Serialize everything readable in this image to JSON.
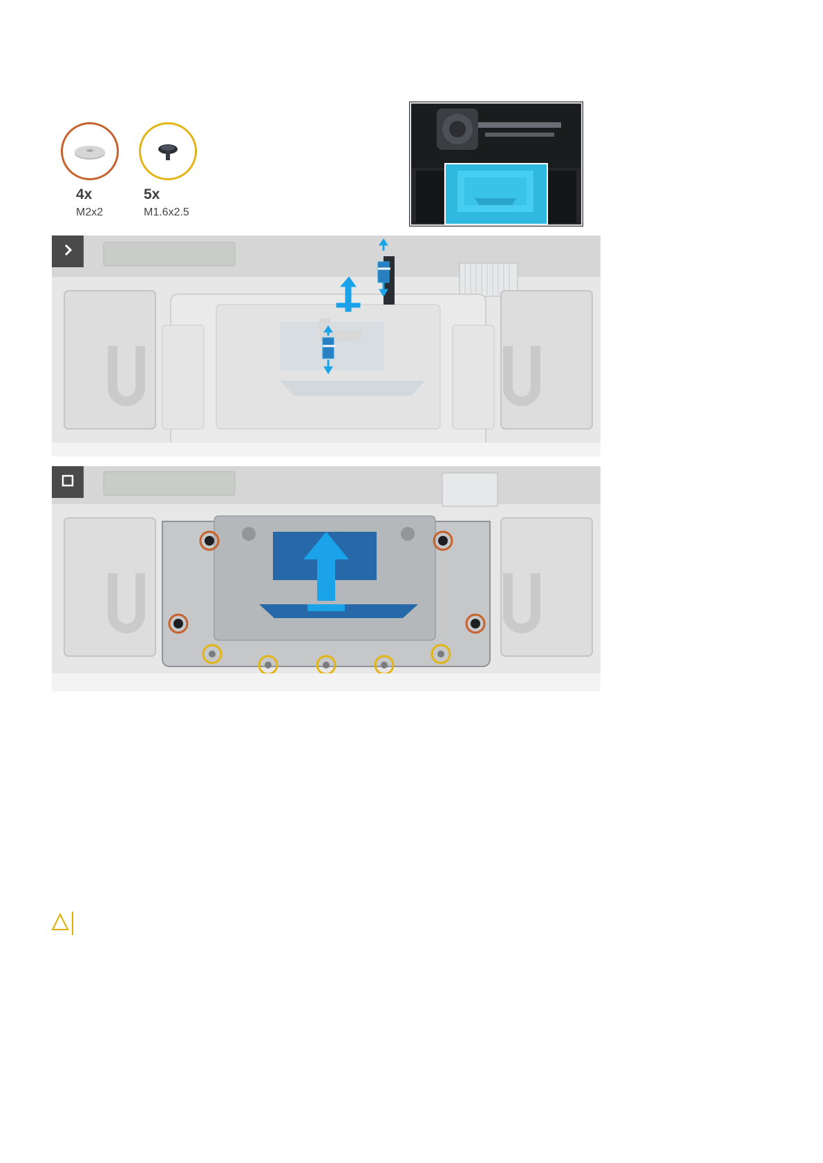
{
  "screws": [
    {
      "count": "4x",
      "size": "M2x2",
      "color": "#c8622c"
    },
    {
      "count": "5x",
      "size": "M1.6x2.5",
      "color": "#e3b514"
    }
  ],
  "steps": [
    {
      "icon": "chevron-right-icon"
    },
    {
      "icon": "stop-square-icon"
    }
  ],
  "colors": {
    "accent_blue": "#1aa3e8",
    "caution_yellow": "#e0b000",
    "highlight_cyan": "#3fd0f0"
  },
  "caution_icon": "caution-triangle-icon"
}
